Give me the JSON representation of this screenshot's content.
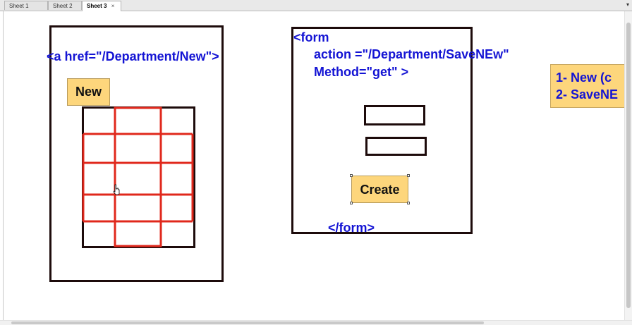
{
  "tabs": [
    {
      "label": "Sheet 1"
    },
    {
      "label": "Sheet 2"
    },
    {
      "label": "Sheet 3",
      "close": "×"
    }
  ],
  "tab_menu_icon": "▾",
  "left_panel": {
    "anchor_code": "<a href=\"/Department/New\">",
    "new_button": "New"
  },
  "form_panel": {
    "line1": "<form",
    "line2": "action =\"/Department/SaveNEw\"",
    "line3": "Method=\"get\" >",
    "create_button": "Create",
    "close_tag": "</form>"
  },
  "note": {
    "line1": "1- New (c",
    "line2": "2- SaveNE"
  },
  "colors": {
    "code_blue": "#1414d4",
    "button_yellow": "#fdd67c",
    "grid_red": "#e0281c",
    "frame_dark": "#1d0b0b"
  }
}
